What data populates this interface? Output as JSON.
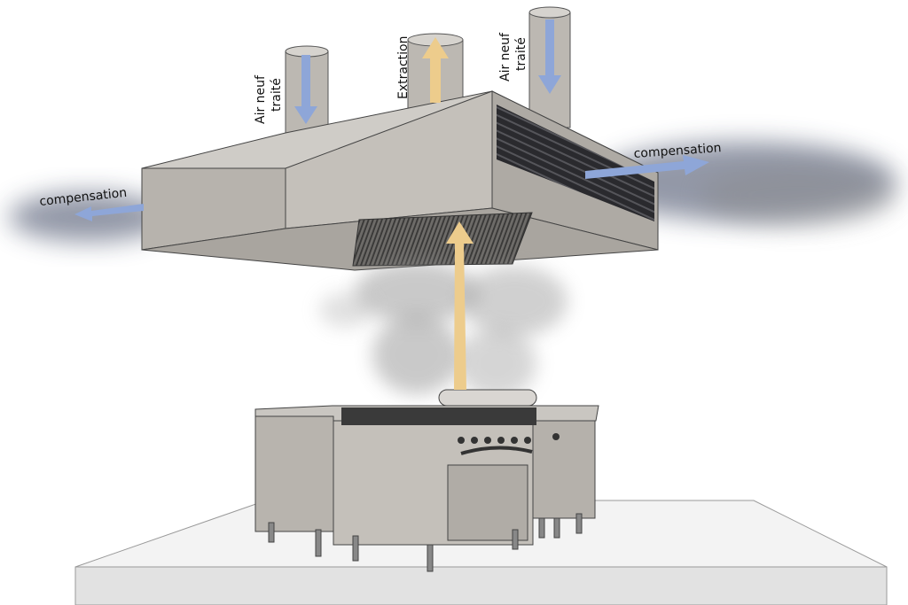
{
  "labels": {
    "fresh_air_left_1": "Air neuf",
    "fresh_air_left_2": "traité",
    "extraction": "Extraction",
    "fresh_air_right_1": "Air neuf",
    "fresh_air_right_2": "traité",
    "compensation_left": "compensation",
    "compensation_right": "compensation"
  },
  "colors": {
    "fresh_air_arrow": "#8ea6d8",
    "extraction_arrow": "#edcc8c",
    "steel": "#bdb9b3",
    "steel_dark": "#9f9b95",
    "platform": "#eeeeee"
  }
}
